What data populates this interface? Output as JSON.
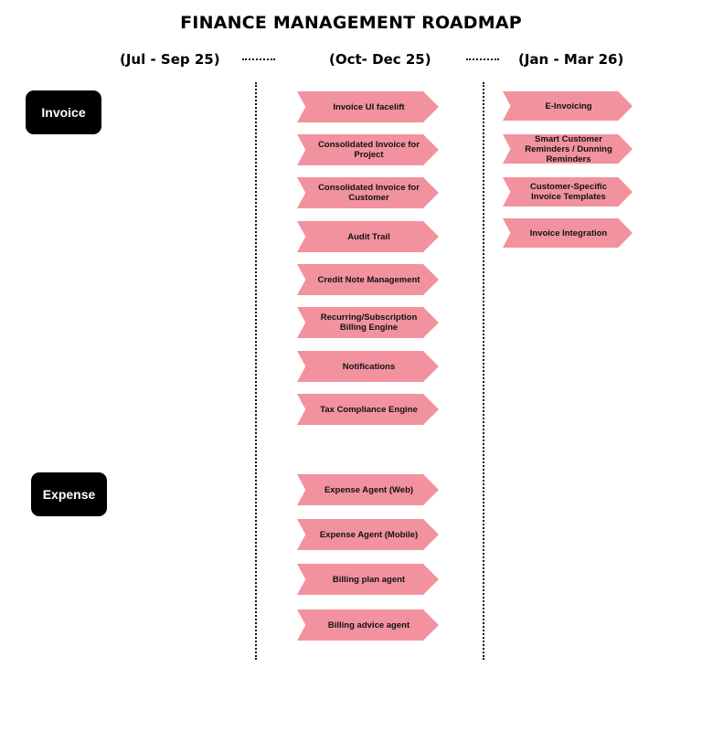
{
  "title": "FINANCE MANAGEMENT ROADMAP",
  "quarters": [
    "(Jul - Sep 25)",
    "(Oct- Dec 25)",
    "(Jan - Mar 26)"
  ],
  "categories": {
    "invoice": "Invoice",
    "expense": "Expense"
  },
  "invoice_q2": [
    "Invoice UI facelift",
    "Consolidated Invoice for Project",
    "Consolidated Invoice for Customer",
    "Audit Trail",
    "Credit Note Management",
    "Recurring/Subscription Billing Engine",
    "Notifications",
    "Tax Compliance Engine"
  ],
  "invoice_q3": [
    "E-Invoicing",
    "Smart Customer Reminders / Dunning Reminders",
    "Customer-Specific Invoice Templates",
    "Invoice Integration"
  ],
  "expense_q2": [
    "Expense Agent (Web)",
    "Expense Agent (Mobile)",
    "Billing plan agent",
    "Billing advice agent"
  ],
  "colors": {
    "chevron": "#f2929e",
    "pill": "#000000"
  }
}
